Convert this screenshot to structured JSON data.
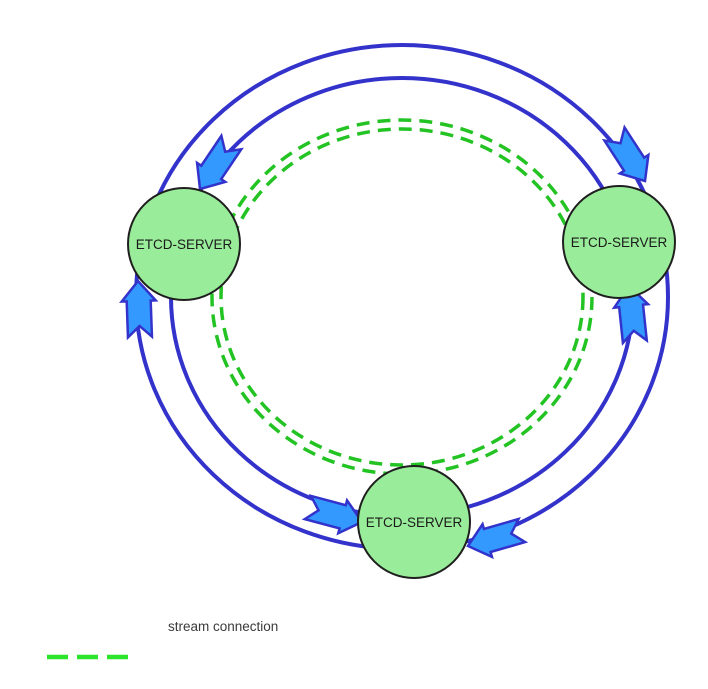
{
  "diagram": {
    "nodes": [
      {
        "id": "left",
        "label": "ETCD-SERVER"
      },
      {
        "id": "right",
        "label": "ETCD-SERVER"
      },
      {
        "id": "bottom",
        "label": "ETCD-SERVER"
      }
    ],
    "rings": {
      "solid_blue_rings": 2,
      "dashed_green_rings": 2,
      "flow_arrows": 6
    },
    "legend": {
      "label": "stream connection"
    },
    "colors": {
      "ring_blue": "#3333cc",
      "arrow_fill": "#3399ff",
      "stream_green": "#22c322",
      "legend_green": "#2ce42c",
      "node_fill": "#99ec99",
      "node_stroke": "#1f1f1f",
      "label_text": "#1a1a1a",
      "legend_text": "#3a3a3a",
      "background": "#ffffff"
    }
  }
}
